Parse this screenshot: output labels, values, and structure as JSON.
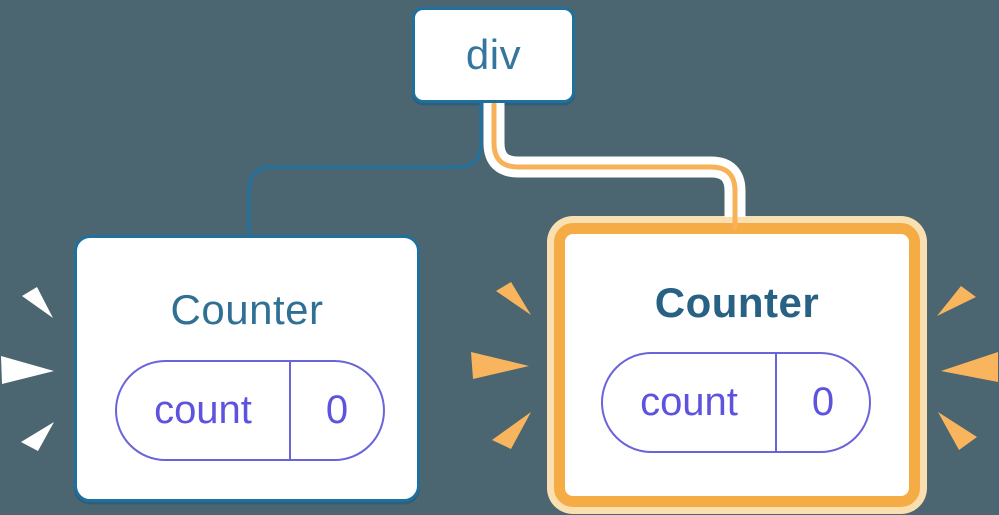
{
  "diagram": {
    "root": {
      "label": "div"
    },
    "left_child": {
      "label": "Counter",
      "pill": {
        "key": "count",
        "value": "0"
      }
    },
    "right_child": {
      "label": "Counter",
      "pill": {
        "key": "count",
        "value": "0"
      },
      "highlighted": true
    }
  },
  "colors": {
    "background": "#4B6671",
    "node_border_blue": "#20709E",
    "root_label": "#35759E",
    "left_title": "#2F7094",
    "right_title": "#276184",
    "pill_border": "#6A64DB",
    "pill_text": "#5D53DE",
    "edge_blue": "#26709C",
    "edge_orange": "#F7B159",
    "edge_casing": "#FFFFFF",
    "highlight_border": "#F6AC45",
    "highlight_halo": "#FADFB0",
    "spark_orange": "#F8B55E",
    "spark_white": "#FFFFFF",
    "card_bg": "#FFFFFF"
  }
}
